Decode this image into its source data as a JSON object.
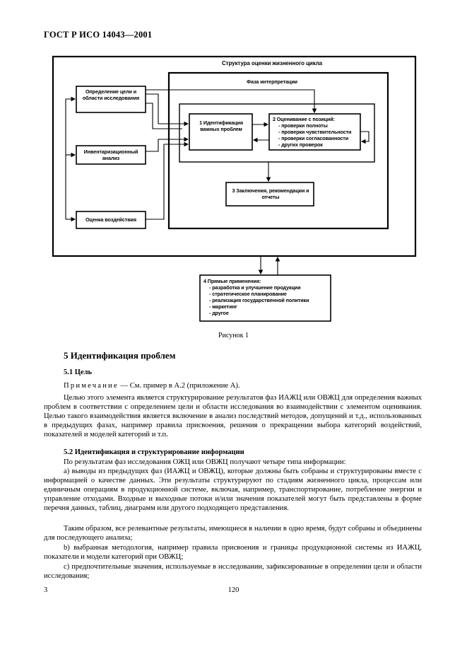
{
  "header": {
    "standard": "ГОСТ Р ИСО 14043—2001"
  },
  "diagram": {
    "outer_title": "Структура оценки жизненного цикла",
    "interp_title": "Фаза интерпретации",
    "left_boxes": [
      "Определение цели и области исследования",
      "Инвентаризационный анализ",
      "Оценка воздействия"
    ],
    "box1": "1 Идентификация важных проблем",
    "box2": {
      "title": "2 Оценивание с позиций:",
      "items": [
        "- проверки полноты",
        "- проверки чувствительности",
        "- проверки согласованности",
        "- других проверок"
      ]
    },
    "box3": "3 Заключения, рекомендации и отчеты",
    "box4": {
      "title": "4 Прямые применения:",
      "items": [
        "- разработка и улучшение продукции",
        "- стратегическое планирование",
        "- реализация государственной политики",
        "- маркетинг",
        "- другое"
      ]
    }
  },
  "caption": "Рисунок 1",
  "section": {
    "title": "5 Идентификация проблем"
  },
  "s51": {
    "title": "5.1 Цель",
    "note_label": "Примечание",
    "note_text": " — См. пример в А.2 (приложение А).",
    "para": "Целью этого элемента является структурирование результатов фаз ИАЖЦ или ОВЖЦ для определения важных проблем в соответствии с определением цели и области исследования во взаимодействии с элементом оценивания. Целью такого взаимодействия является включение в анализ последствий методов, допущений и т.д., использованных в предыдущих фазах, например правила присвоения, решения о прекращении выбора категорий воздействий, показателей и моделей категорий и т.п."
  },
  "s52": {
    "title": "5.2 Идентификация и структурирование информации",
    "intro": "По результатам фаз исследования ОЖЦ или ОВЖЦ получают четыре типа информации:",
    "a": "а) выводы из предыдущих фаз (ИАЖЦ и ОВЖЦ), которые должны быть собраны и структурированы вместе с информацией о качестве данных. Эти результаты структурируют по стадиям жизненного цикла, процессам или единичным операциям в продукционной системе, включая, например, транспортирование, потребление энергии и управление отходами. Входные и выходные потоки и/или значения показателей могут быть представлены в форме перечня данных, таблиц, диаграмм или другого подходящего представления.",
    "a2": "Таким образом, все релевантные результаты, имеющиеся в наличии в одно время, будут собраны и объединены для последующего анализа;",
    "b": "b) выбранная методология, например правила присвоения и границы продукционной системы из ИАЖЦ, показатели и модели категорий при ОВЖЦ;",
    "c": "с) предпочтительные значения, используемые в исследовании, зафиксированные в определении цели и области исследования;"
  },
  "footer": {
    "left": "3",
    "center": "120"
  }
}
